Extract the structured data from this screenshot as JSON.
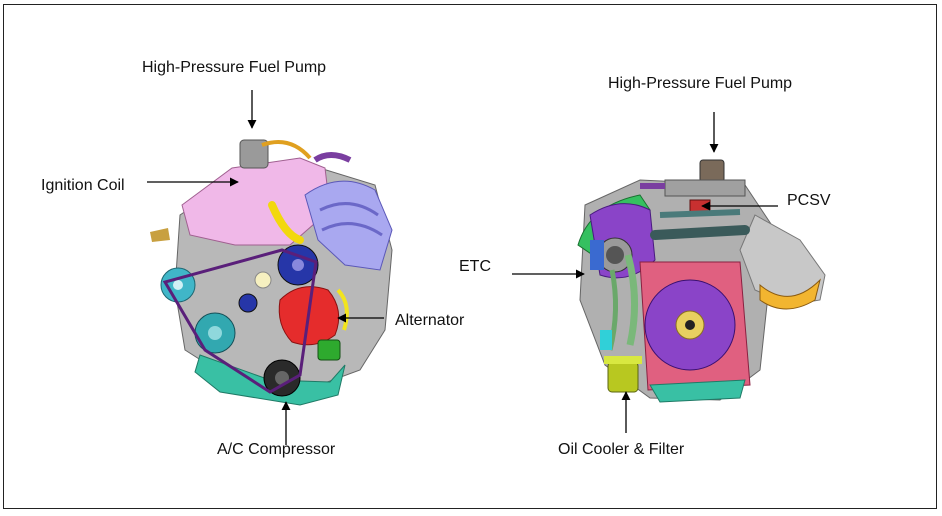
{
  "left_engine": {
    "labels": {
      "fuel_pump": "High-Pressure Fuel Pump",
      "ignition_coil": "Ignition Coil",
      "alternator": "Alternator",
      "ac_compressor": "A/C Compressor"
    }
  },
  "right_engine": {
    "labels": {
      "fuel_pump": "High-Pressure Fuel Pump",
      "pcsv": "PCSV",
      "etc": "ETC",
      "oil_cooler_filter": "Oil Cooler & Filter"
    }
  }
}
